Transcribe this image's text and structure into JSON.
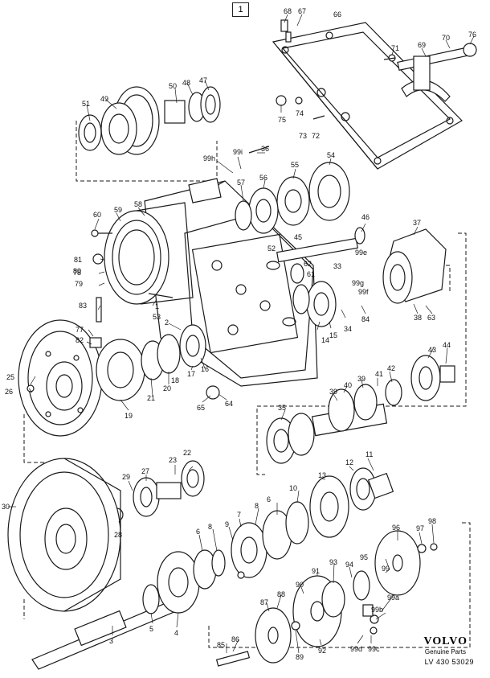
{
  "sheet": {
    "page_number": "1"
  },
  "brand": {
    "name": "VOLVO",
    "subtitle": "Genuine Parts",
    "reference": "LV 430 53029"
  },
  "callouts": [
    "1",
    "2",
    "3",
    "4",
    "5",
    "6",
    "6",
    "7",
    "8",
    "8",
    "9",
    "10",
    "11",
    "12",
    "13",
    "14",
    "15",
    "16",
    "17",
    "18",
    "19",
    "20",
    "21",
    "22",
    "23",
    "25",
    "26",
    "27",
    "28",
    "29",
    "30",
    "33",
    "34",
    "35",
    "36",
    "37",
    "38",
    "39",
    "39",
    "40",
    "41",
    "42",
    "43",
    "44",
    "45",
    "46",
    "47",
    "48",
    "49",
    "50",
    "51",
    "52",
    "53",
    "54",
    "55",
    "56",
    "57",
    "58",
    "59",
    "60",
    "61",
    "62",
    "63",
    "64",
    "65",
    "66",
    "67",
    "68",
    "69",
    "70",
    "71",
    "72",
    "73",
    "74",
    "75",
    "76",
    "77",
    "78",
    "79",
    "80",
    "81",
    "82",
    "83",
    "84",
    "85",
    "86",
    "87",
    "88",
    "89",
    "90",
    "91",
    "92",
    "93",
    "94",
    "95",
    "96",
    "97",
    "98",
    "99",
    "99a",
    "99b",
    "99c",
    "99d",
    "99e",
    "99f",
    "99g",
    "99h",
    "99i"
  ]
}
